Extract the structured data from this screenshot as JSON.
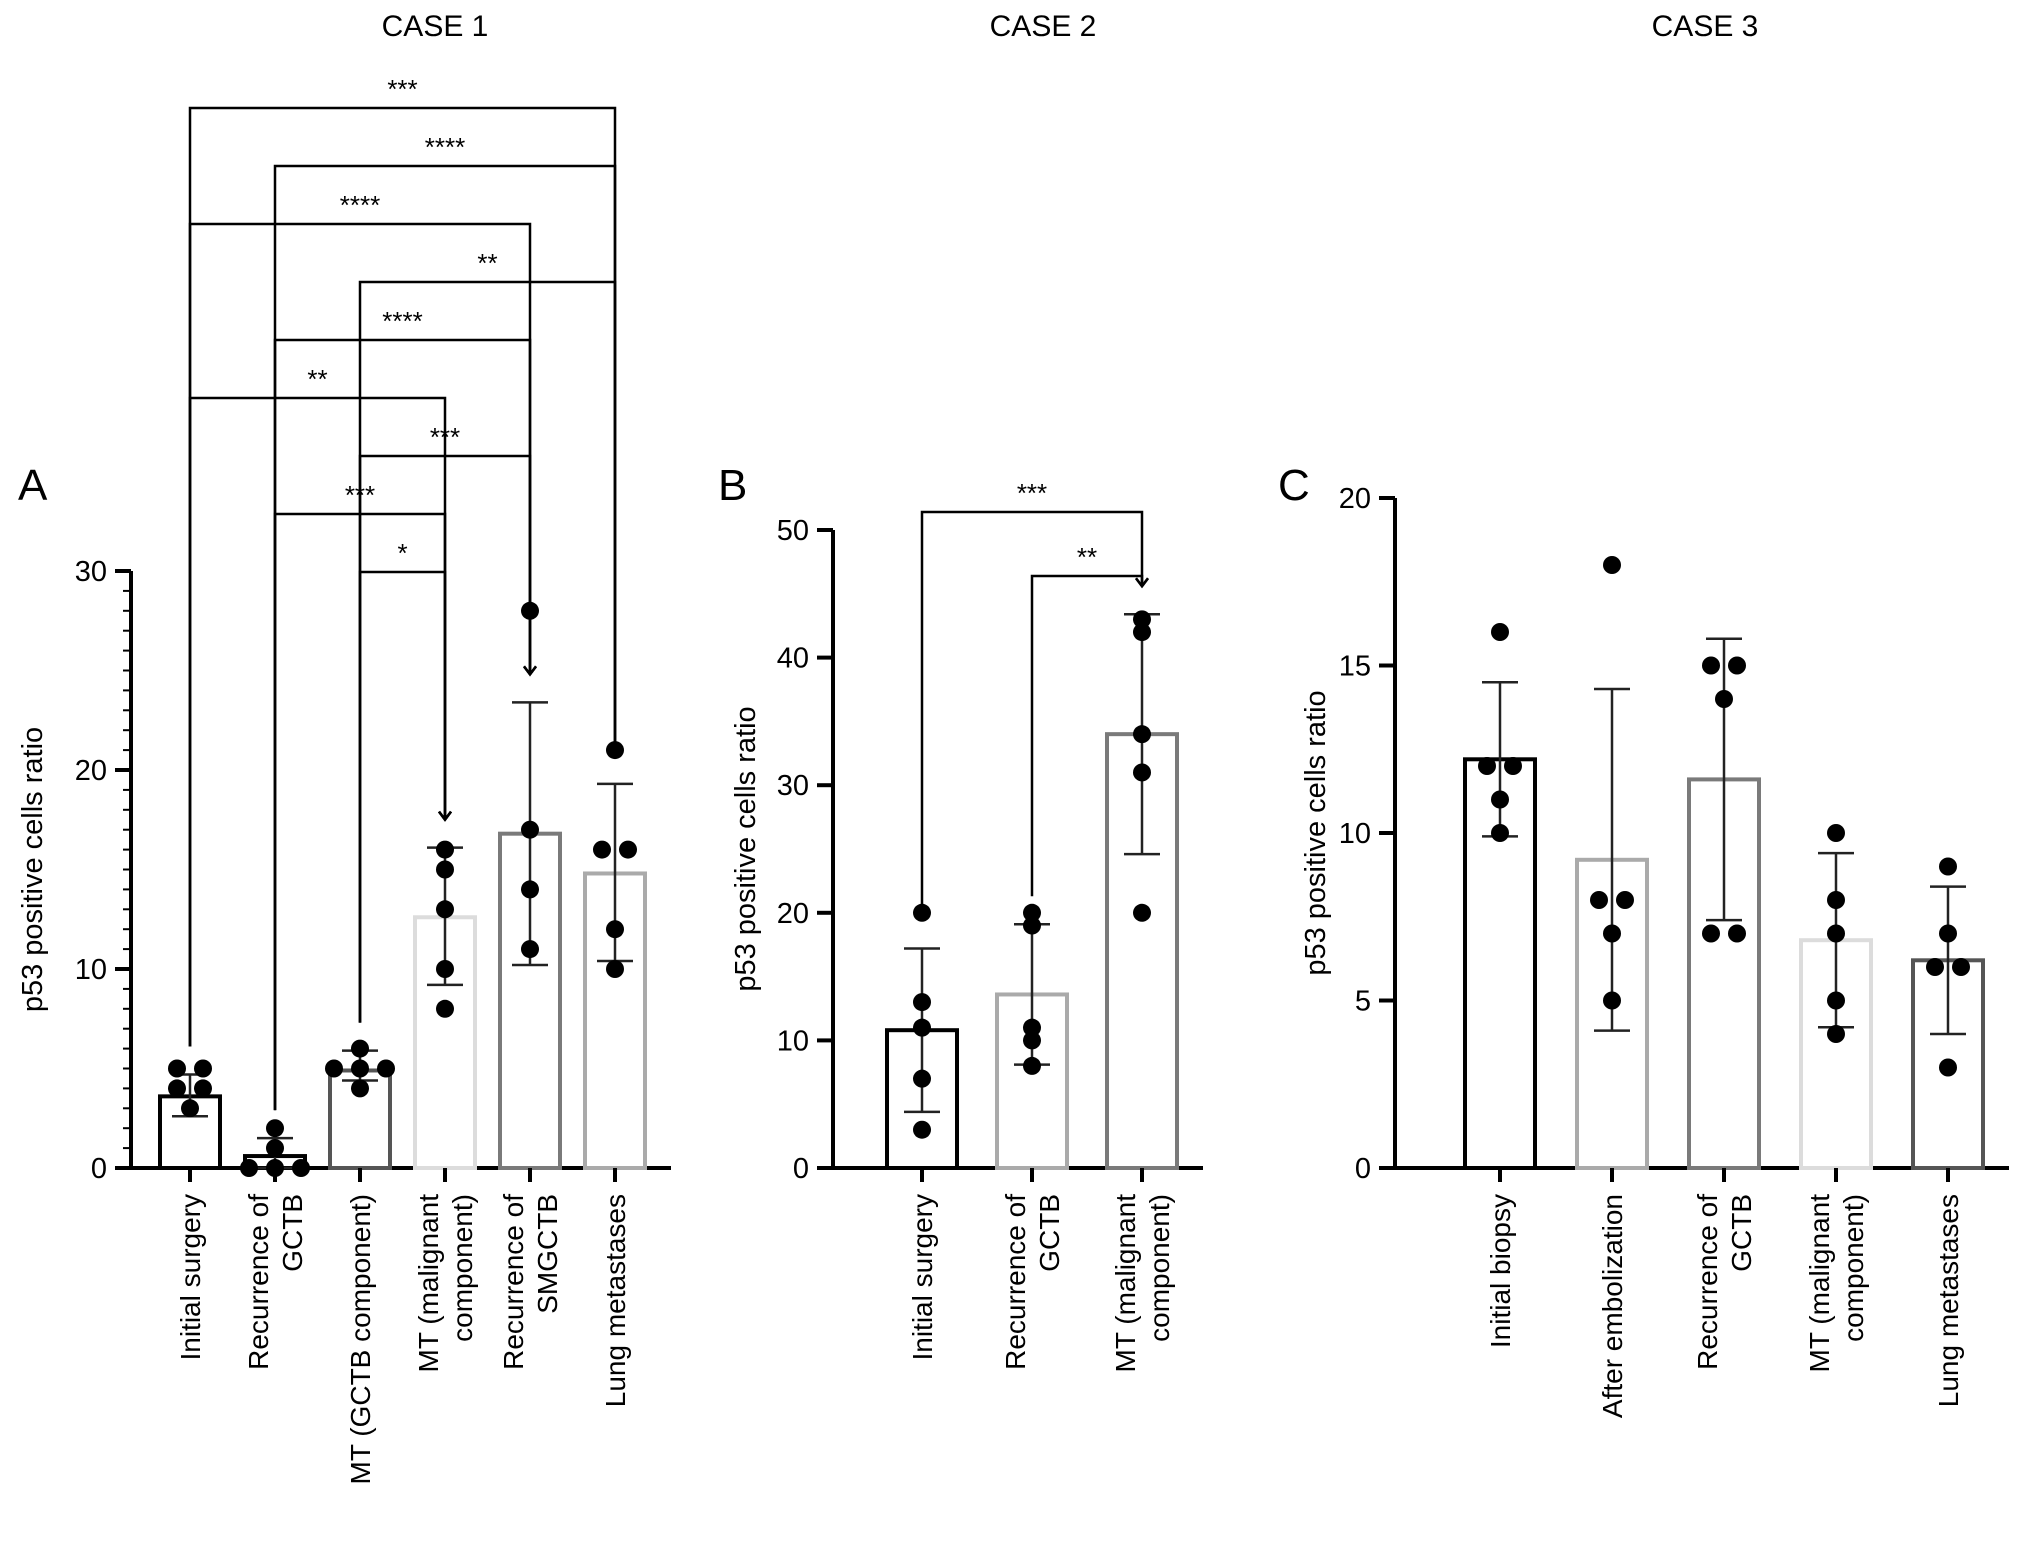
{
  "panels": [
    {
      "case_title": "CASE 1",
      "letter": "A",
      "ylabel": "p53 positive cells ratio",
      "ylim": [
        0,
        30
      ],
      "yticks": [
        "0",
        "10",
        "20",
        "30"
      ],
      "categories": [
        [
          "Initial surgery"
        ],
        [
          "Recurrence of",
          "GCTB"
        ],
        [
          "MT (GCTB component)"
        ],
        [
          "MT (malignant",
          "component)"
        ],
        [
          "Recurrence of",
          "SMGCTB"
        ],
        [
          "Lung metastases"
        ]
      ],
      "bars": [
        {
          "mean": 3.6,
          "sd_low": 2.6,
          "sd_high": 4.7,
          "points": [
            3,
            4,
            4,
            5,
            5
          ],
          "color": "#000000"
        },
        {
          "mean": 0.6,
          "sd_low": 0.0,
          "sd_high": 1.5,
          "points": [
            0,
            0,
            0,
            1,
            2
          ],
          "color": "#000000"
        },
        {
          "mean": 4.9,
          "sd_low": 4.4,
          "sd_high": 5.9,
          "points": [
            4,
            5,
            5,
            5,
            6
          ],
          "color": "#555555"
        },
        {
          "mean": 12.6,
          "sd_low": 9.2,
          "sd_high": 16.1,
          "points": [
            8,
            10,
            13,
            15,
            16
          ],
          "color": "#dcdcdc"
        },
        {
          "mean": 16.8,
          "sd_low": 10.2,
          "sd_high": 23.4,
          "points": [
            11,
            14,
            17,
            28
          ],
          "color": "#7a7a7a"
        },
        {
          "mean": 14.8,
          "sd_low": 10.4,
          "sd_high": 19.3,
          "points": [
            10,
            12,
            16,
            16,
            21
          ],
          "color": "#aaaaaa"
        }
      ],
      "significance": [
        {
          "from": 0,
          "to": 5,
          "label": "***"
        },
        {
          "from": 1,
          "to": 5,
          "label": "****"
        },
        {
          "from": 0,
          "to": 4,
          "label": "****"
        },
        {
          "from": 2,
          "to": 5,
          "label": "**"
        },
        {
          "from": 1,
          "to": 4,
          "label": "****"
        },
        {
          "from": 0,
          "to": 3,
          "label": "**"
        },
        {
          "from": 2,
          "to": 4,
          "label": "***"
        },
        {
          "from": 1,
          "to": 3,
          "label": "***"
        },
        {
          "from": 2,
          "to": 3,
          "label": "*"
        }
      ]
    },
    {
      "case_title": "CASE 2",
      "letter": "B",
      "ylabel": "p53 positive cells ratio",
      "ylim": [
        0,
        50
      ],
      "yticks": [
        "0",
        "10",
        "20",
        "30",
        "40",
        "50"
      ],
      "categories": [
        [
          "Initial surgery"
        ],
        [
          "Recurrence of",
          "GCTB"
        ],
        [
          "MT (malignant",
          "component)"
        ]
      ],
      "bars": [
        {
          "mean": 10.8,
          "sd_low": 4.4,
          "sd_high": 17.2,
          "points": [
            3,
            7,
            11,
            13,
            20
          ],
          "color": "#000000"
        },
        {
          "mean": 13.6,
          "sd_low": 8.1,
          "sd_high": 19.1,
          "points": [
            8,
            10,
            11,
            19,
            20
          ],
          "color": "#aaaaaa"
        },
        {
          "mean": 34.0,
          "sd_low": 24.6,
          "sd_high": 43.4,
          "points": [
            20,
            31,
            34,
            42,
            43
          ],
          "color": "#7a7a7a"
        }
      ],
      "significance": [
        {
          "from": 0,
          "to": 2,
          "label": "***"
        },
        {
          "from": 1,
          "to": 2,
          "label": "**"
        }
      ]
    },
    {
      "case_title": "CASE 3",
      "letter": "C",
      "ylabel": "p53 positive cells ratio",
      "ylim": [
        0,
        20
      ],
      "yticks": [
        "0",
        "5",
        "10",
        "15",
        "20"
      ],
      "categories": [
        [
          "Initial biopsy"
        ],
        [
          "After embolization"
        ],
        [
          "Recurrence of",
          "GCTB"
        ],
        [
          "MT (malignant",
          "component)"
        ],
        [
          "Lung metastases"
        ]
      ],
      "bars": [
        {
          "mean": 12.2,
          "sd_low": 9.9,
          "sd_high": 14.5,
          "points": [
            10,
            11,
            12,
            12,
            16
          ],
          "color": "#000000"
        },
        {
          "mean": 9.2,
          "sd_low": 4.1,
          "sd_high": 14.3,
          "points": [
            5,
            7,
            8,
            8,
            18
          ],
          "color": "#aaaaaa"
        },
        {
          "mean": 11.6,
          "sd_low": 7.4,
          "sd_high": 15.8,
          "points": [
            7,
            7,
            14,
            15,
            15
          ],
          "color": "#7a7a7a"
        },
        {
          "mean": 6.8,
          "sd_low": 4.2,
          "sd_high": 9.4,
          "points": [
            4,
            5,
            7,
            8,
            10
          ],
          "color": "#dcdcdc"
        },
        {
          "mean": 6.2,
          "sd_low": 4.0,
          "sd_high": 8.4,
          "points": [
            3,
            6,
            6,
            7,
            9
          ],
          "color": "#555555"
        }
      ],
      "significance": []
    }
  ]
}
